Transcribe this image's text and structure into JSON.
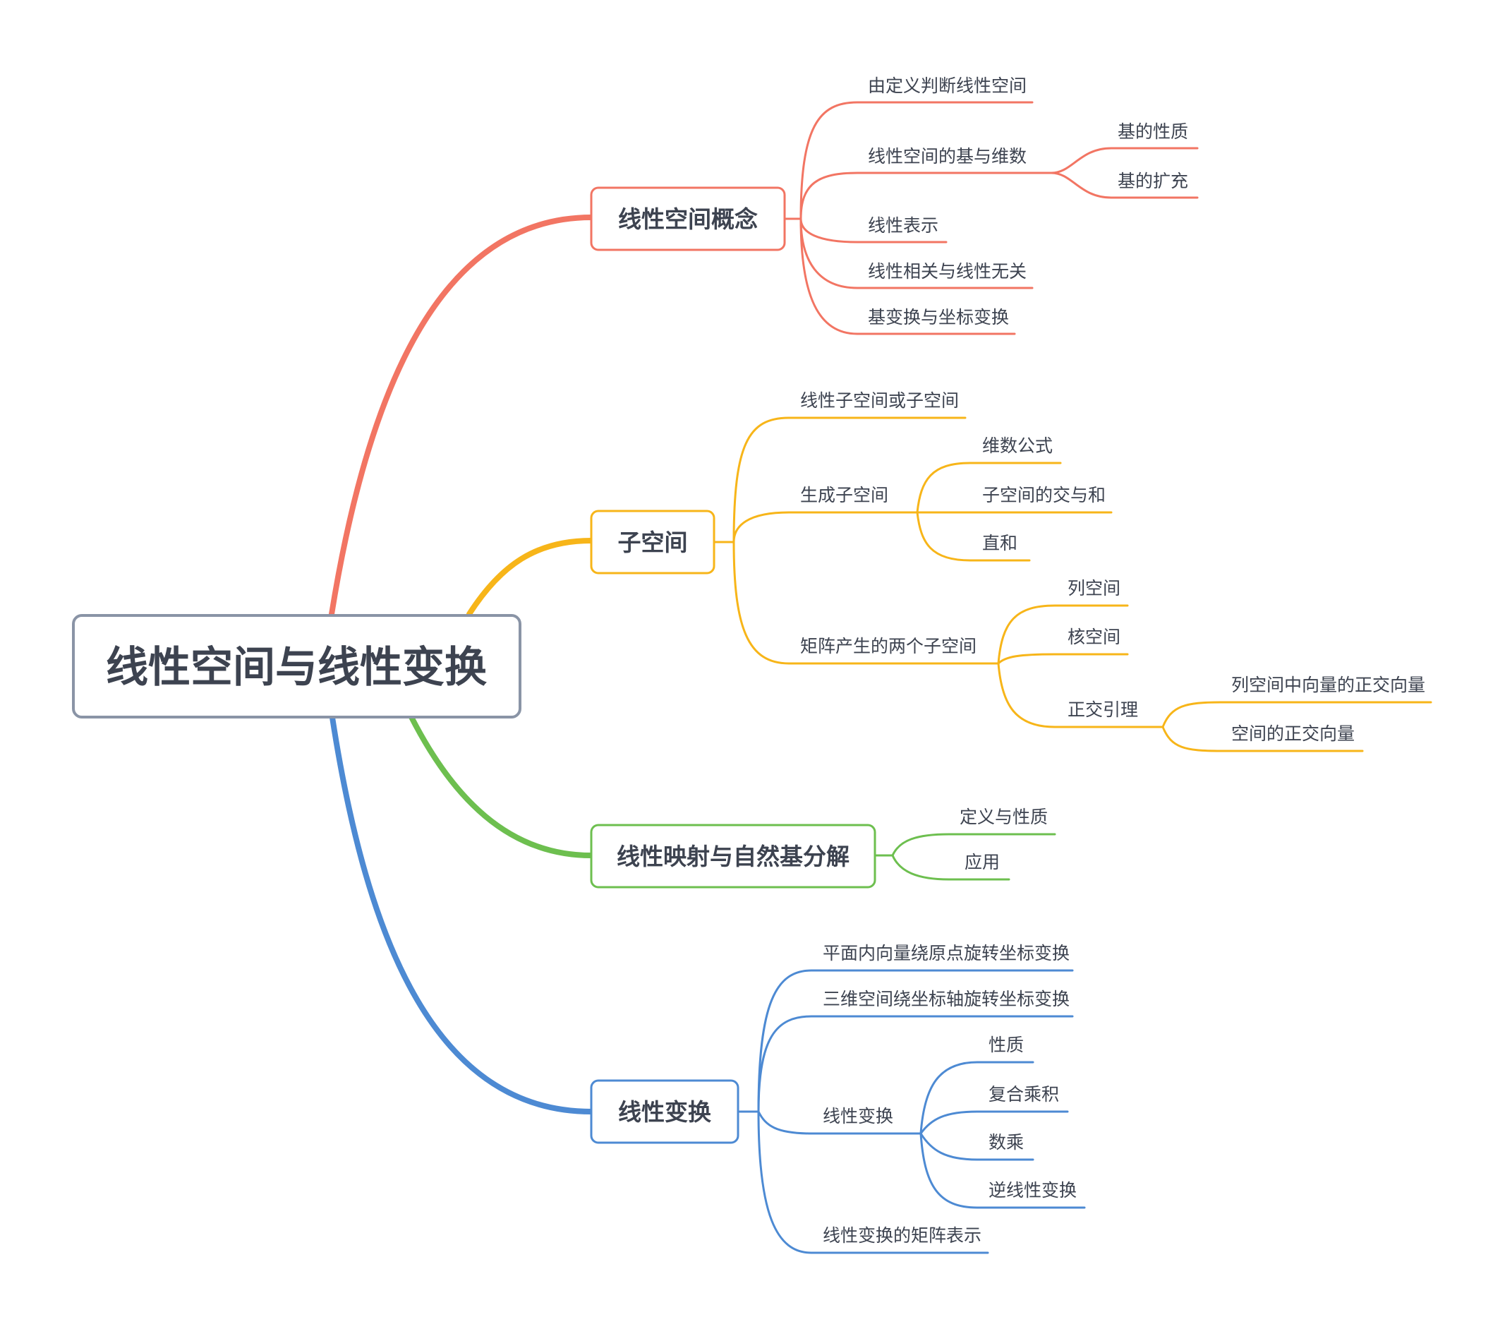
{
  "root": {
    "label": "线性空间与线性变换"
  },
  "branches": [
    {
      "label": "线性空间概念",
      "color": "#f27563",
      "children": [
        {
          "label": "由定义判断线性空间"
        },
        {
          "label": "线性空间的基与维数",
          "children": [
            {
              "label": "基的性质"
            },
            {
              "label": "基的扩充"
            }
          ]
        },
        {
          "label": "线性表示"
        },
        {
          "label": "线性相关与线性无关"
        },
        {
          "label": "基变换与坐标变换"
        }
      ]
    },
    {
      "label": "子空间",
      "color": "#f7b519",
      "children": [
        {
          "label": "线性子空间或子空间"
        },
        {
          "label": "生成子空间",
          "children": [
            {
              "label": "维数公式"
            },
            {
              "label": "子空间的交与和"
            },
            {
              "label": "直和"
            }
          ]
        },
        {
          "label": "矩阵产生的两个子空间",
          "children": [
            {
              "label": "列空间"
            },
            {
              "label": "核空间"
            },
            {
              "label": "正交引理",
              "children": [
                {
                  "label": "列空间中向量的正交向量"
                },
                {
                  "label": "空间的正交向量"
                }
              ]
            }
          ]
        }
      ]
    },
    {
      "label": "线性映射与自然基分解",
      "color": "#6dbf4f",
      "children": [
        {
          "label": "定义与性质"
        },
        {
          "label": "应用"
        }
      ]
    },
    {
      "label": "线性变换",
      "color": "#4d8ad3",
      "children": [
        {
          "label": "平面内向量绕原点旋转坐标变换"
        },
        {
          "label": "三维空间绕坐标轴旋转坐标变换"
        },
        {
          "label": "线性变换",
          "children": [
            {
              "label": "性质"
            },
            {
              "label": "复合乘积"
            },
            {
              "label": "数乘"
            },
            {
              "label": "逆线性变换"
            }
          ]
        },
        {
          "label": "线性变换的矩阵表示"
        }
      ]
    }
  ],
  "root_border_color": "#8a94a6"
}
